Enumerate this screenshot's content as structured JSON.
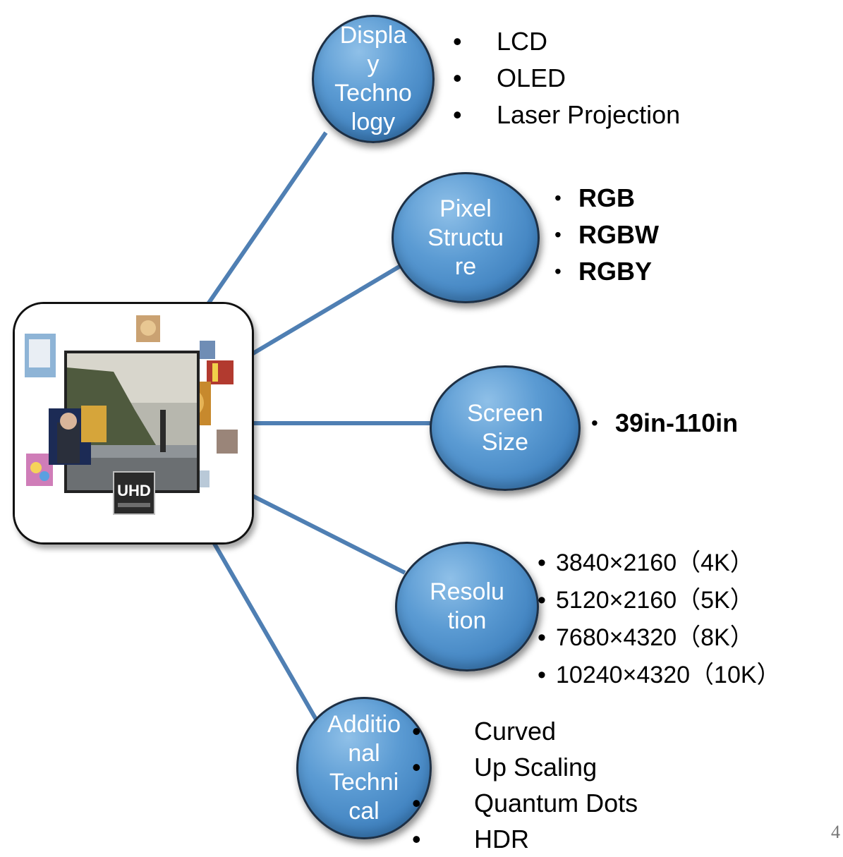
{
  "nodes": [
    {
      "id": "display",
      "label": "Displa\ny\nTechno\nlogy",
      "items": [
        "LCD",
        "OLED",
        "Laser Projection"
      ]
    },
    {
      "id": "pixel",
      "label": "Pixel\nStructu\nre",
      "items": [
        "RGB",
        "RGBW",
        "RGBY"
      ]
    },
    {
      "id": "screen",
      "label": "Screen\nSize",
      "items": [
        "39in-110in"
      ]
    },
    {
      "id": "resolution",
      "label": "Resolu\ntion",
      "items": [
        "3840×2160（4K）",
        "5120×2160（5K）",
        "7680×4320（8K）",
        "10240×4320（10K）"
      ]
    },
    {
      "id": "additional",
      "label": "Additio\nnal\nTechni\ncal",
      "items": [
        "Curved",
        "Up Scaling",
        "Quantum Dots",
        "HDR"
      ]
    }
  ],
  "hub": {
    "badge": "UHD"
  },
  "page_number": "4",
  "colors": {
    "node_fill": "#4a8ccb",
    "node_border": "#1d2f44",
    "connector": "#4f7fb3"
  }
}
